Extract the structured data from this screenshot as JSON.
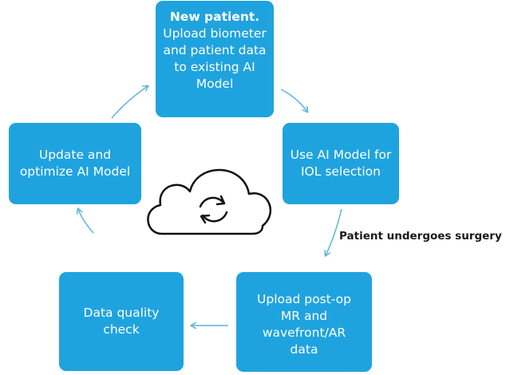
{
  "boxes": {
    "top": {
      "title": "New patient.",
      "lines": [
        "Upload biometer",
        "and patient data",
        "to existing AI",
        "Model"
      ]
    },
    "left": {
      "lines": [
        "Update and",
        "optimize AI Model"
      ]
    },
    "right": {
      "lines": [
        "Use AI Model for",
        "IOL selection"
      ]
    },
    "bottom_left": {
      "lines": [
        "Data quality",
        "check"
      ]
    },
    "bottom_right": {
      "lines": [
        "Upload post-op",
        "MR and",
        "wavefront/AR",
        "data"
      ]
    }
  },
  "annotation": "Patient undergoes surgery",
  "icons": {
    "center": "cloud-sync-icon"
  },
  "colors": {
    "box": "#1fa3df",
    "arrow": "#5ab4dc",
    "text_dark": "#1a1a1a",
    "icon_stroke": "#111111"
  }
}
